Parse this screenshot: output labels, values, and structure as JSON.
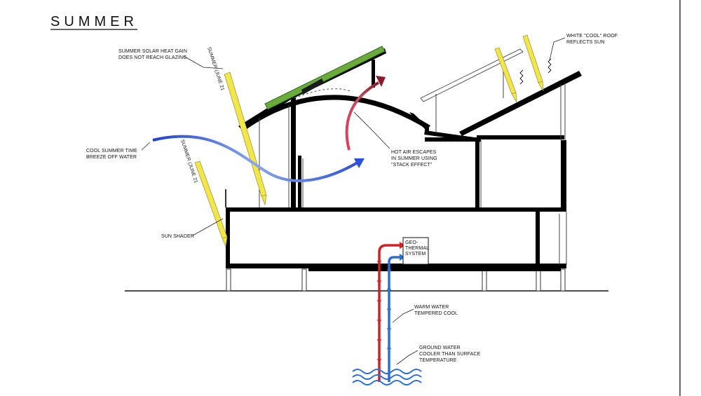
{
  "title": "SUMMER",
  "labels": {
    "solar_gain": [
      "SUMMER SOLAR HEAT GAIN",
      "DOES NOT REACH GLAZING"
    ],
    "sun_angle_upper": "SUMMER (JUNE 21",
    "sun_angle_lower": "SUMMER (JUNE 21",
    "cool_breeze": [
      "COOL SUMMER TIME",
      "BREEZE OFF WATER"
    ],
    "sun_shader": "SUN SHADER",
    "hot_air": [
      "HOT AIR ESCAPES",
      "IN SUMMER USING",
      "\"STACK EFFECT\""
    ],
    "cool_roof": [
      "WHITE \"COOL\" ROOF",
      "REFLECTS SUN"
    ],
    "geothermal": [
      "GEO-",
      "THERMAL",
      "SYSTEM"
    ],
    "warm_water": [
      "WARM WATER",
      "TEMPERED COOL"
    ],
    "ground_water": [
      "GROUND WATER",
      "COOLER THAN SURFACE",
      "TEMPERATURE"
    ]
  },
  "colors": {
    "breeze_arrow": "#2a55d6",
    "hot_air_arrow": "#a8263d",
    "warm_pipe": "#d42020",
    "cool_pipe": "#2a6fd6",
    "sun_ray": "#f2e64a",
    "solar_panel": "#6aab3a"
  }
}
